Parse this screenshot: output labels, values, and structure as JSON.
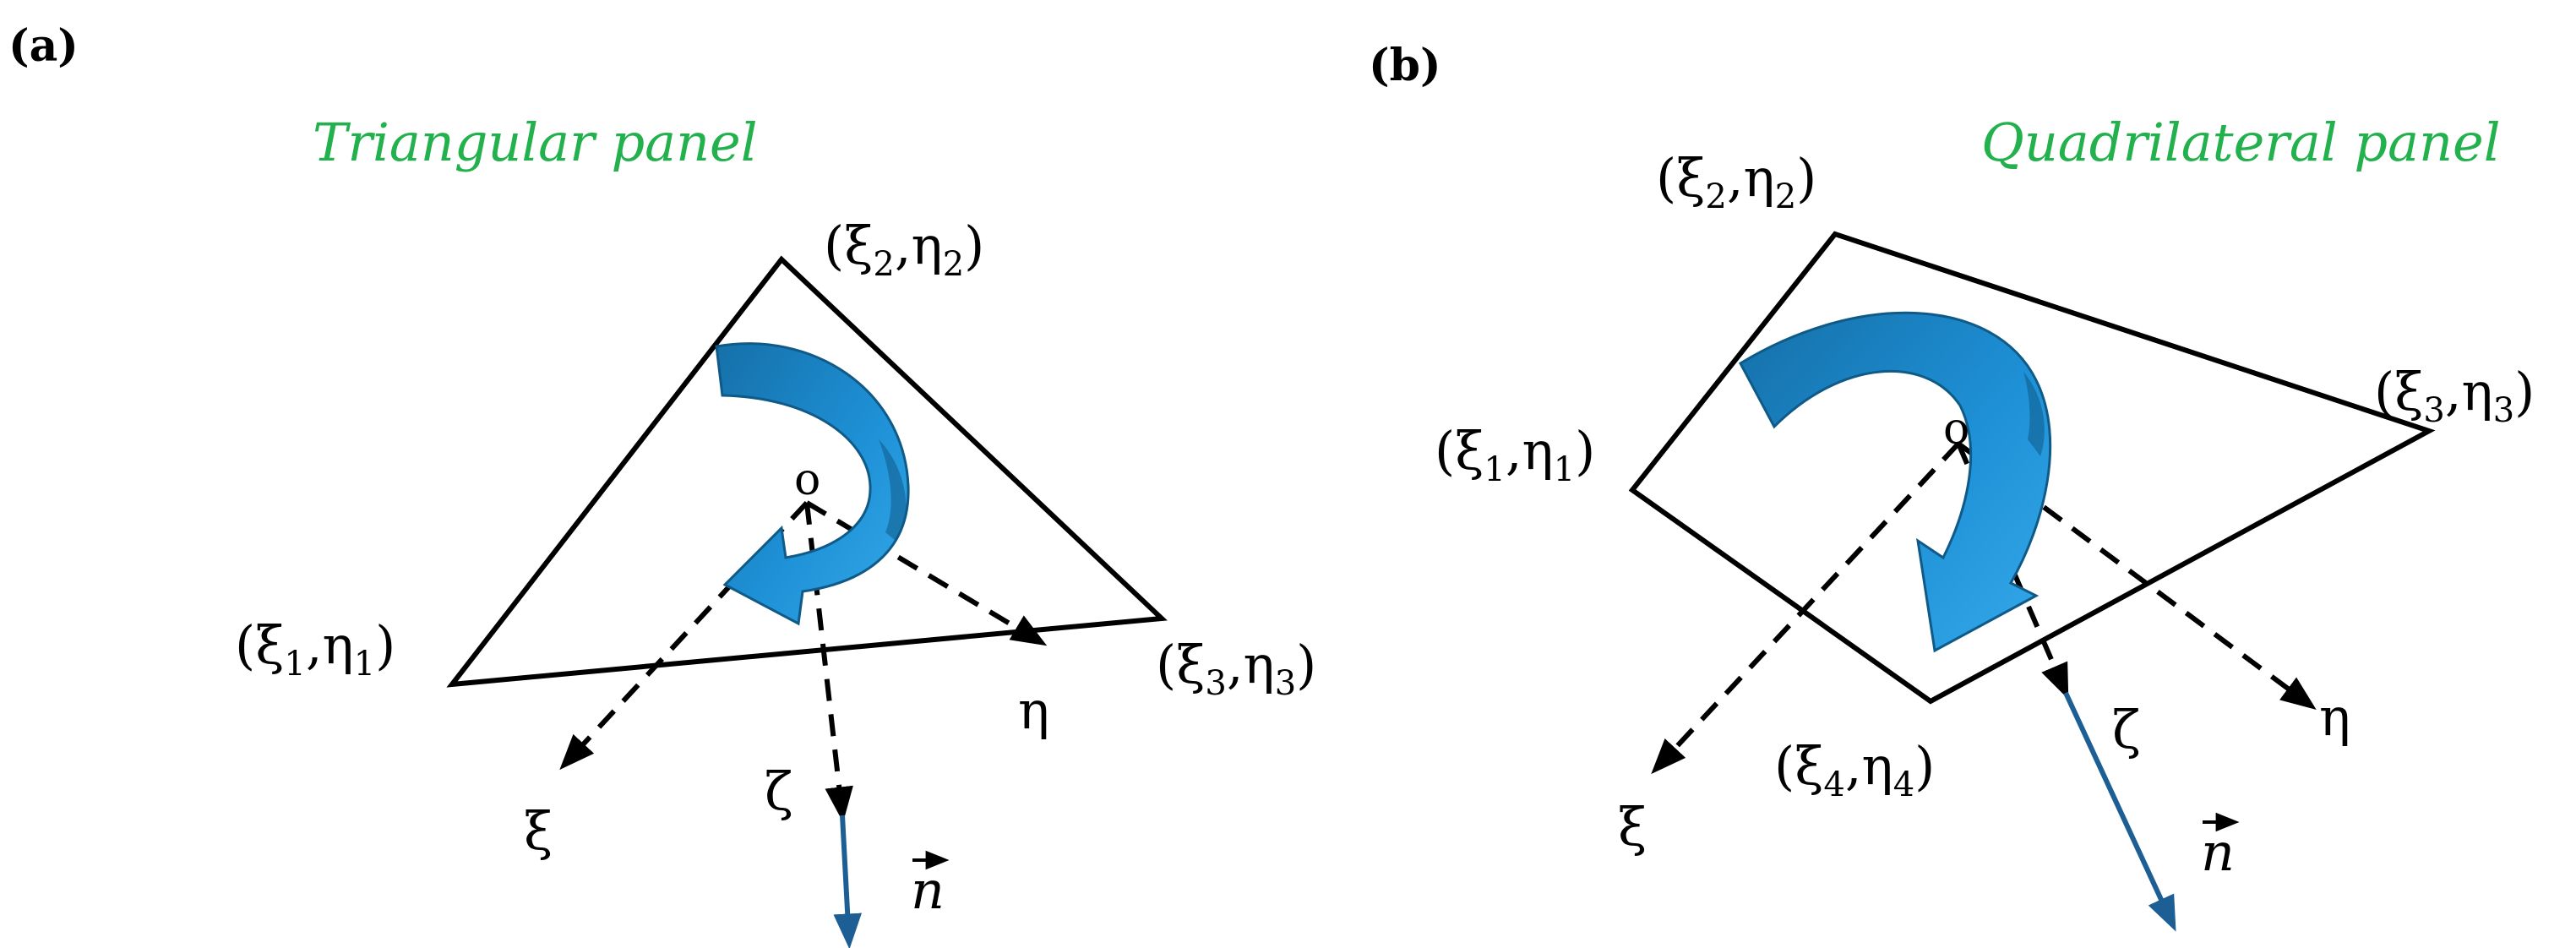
{
  "panel_a": {
    "label": "(a)",
    "title": "Triangular panel",
    "v1": {
      "sym1": "ξ",
      "i": "1",
      "sym2": "η"
    },
    "v2": {
      "sym1": "ξ",
      "i": "2",
      "sym2": "η"
    },
    "v3": {
      "sym1": "ξ",
      "i": "3",
      "sym2": "η"
    },
    "origin": "o",
    "xi": "ξ",
    "eta": "η",
    "zeta": "ζ",
    "normal": "n"
  },
  "panel_b": {
    "label": "(b)",
    "title": "Quadrilateral panel",
    "v1": {
      "sym1": "ξ",
      "i": "1",
      "sym2": "η"
    },
    "v2": {
      "sym1": "ξ",
      "i": "2",
      "sym2": "η"
    },
    "v3": {
      "sym1": "ξ",
      "i": "3",
      "sym2": "η"
    },
    "v4": {
      "sym1": "ξ",
      "i": "4",
      "sym2": "η"
    },
    "origin": "o",
    "xi": "ξ",
    "eta": "η",
    "zeta": "ζ",
    "normal": "n"
  },
  "colors": {
    "title": "#22b14c",
    "arrow_fill": "#1e90d6",
    "arrow_dark": "#146b9e",
    "normal_vector": "#1d5f95",
    "edges": "#000000"
  }
}
